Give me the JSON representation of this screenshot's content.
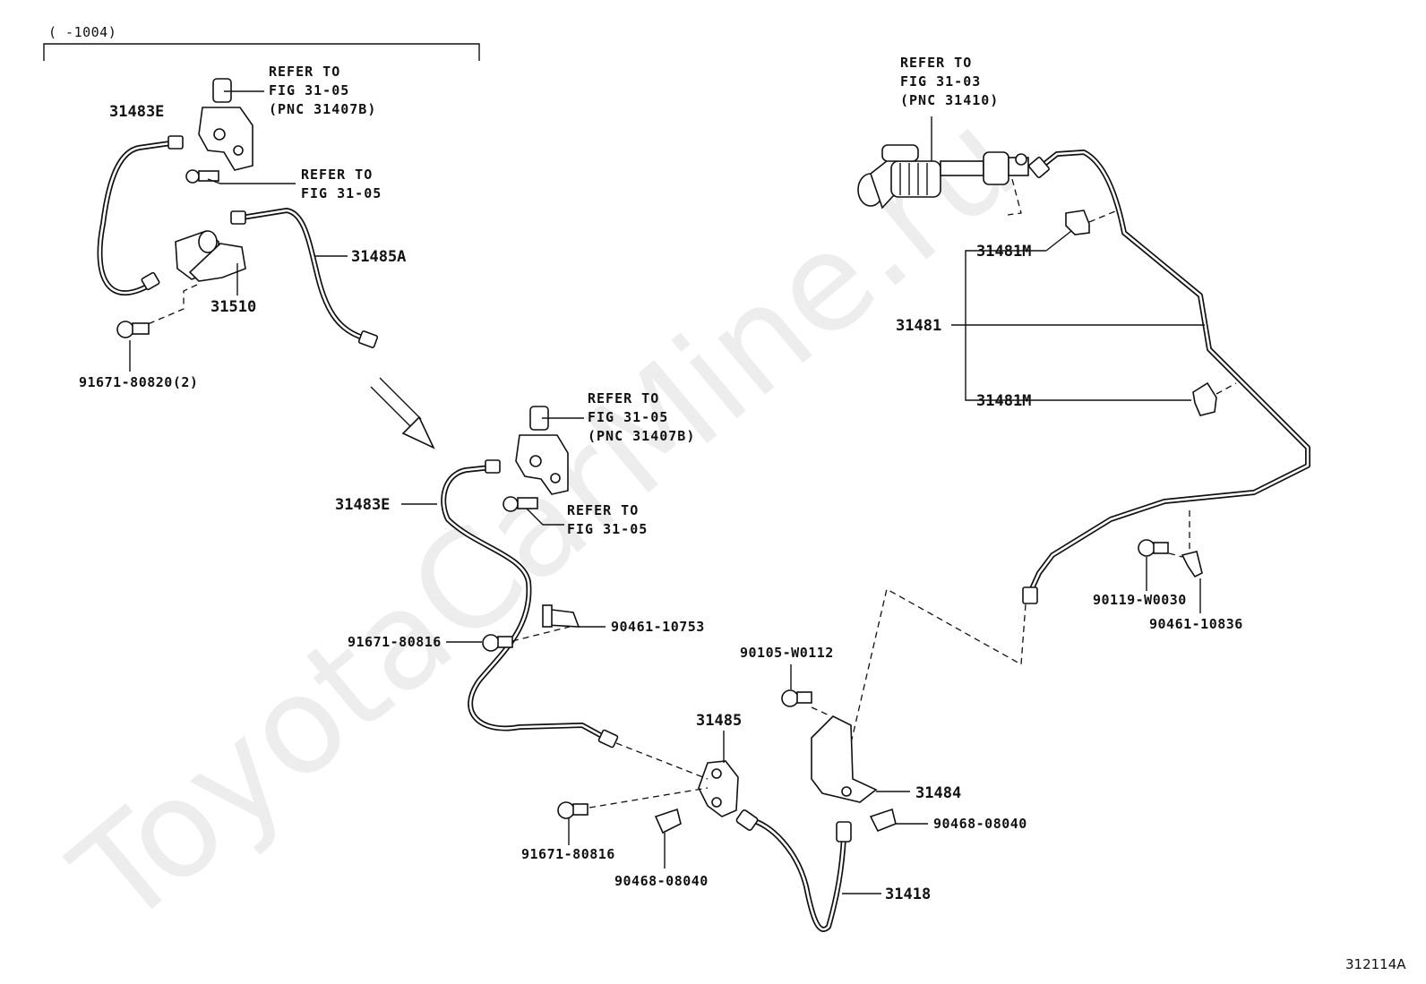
{
  "watermark": "ToyotaCarMine.ru",
  "figure_id": "312114A",
  "date_range": "(      -1004)",
  "refs": {
    "ref_a_line1": "REFER TO",
    "ref_a_line2": "FIG 31-05",
    "ref_a_line3": "(PNC 31407B)",
    "ref_b_line1": "REFER TO",
    "ref_b_line2": "FIG 31-05",
    "ref_c_line1": "REFER TO",
    "ref_c_line2": "FIG 31-03",
    "ref_c_line3": "(PNC 31410)",
    "ref_d_line1": "REFER TO",
    "ref_d_line2": "FIG 31-05",
    "ref_d_line3": "(PNC 31407B)",
    "ref_e_line1": "REFER TO",
    "ref_e_line2": "FIG 31-05"
  },
  "labels": {
    "p31483e_top": "31483E",
    "p31485a": "31485A",
    "p31510": "31510",
    "p91671_80820": "91671-80820(2)",
    "p31481m_upper": "31481M",
    "p31481": "31481",
    "p31481m_lower": "31481M",
    "p31483e_mid": "31483E",
    "p90461_10753": "90461-10753",
    "p91671_80816_mid": "91671-80816",
    "p90105_w0112": "90105-W0112",
    "p31485": "31485",
    "p31484": "31484",
    "p91671_80816_low": "91671-80816",
    "p90468_08040_low": "90468-08040",
    "p90468_08040_right": "90468-08040",
    "p31418": "31418",
    "p90119_w0030": "90119-W0030",
    "p90461_10836": "90461-10836"
  }
}
